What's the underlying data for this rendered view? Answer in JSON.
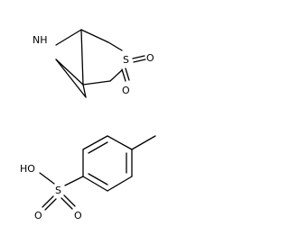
{
  "molecules": [
    {
      "atom_labels": {
        "nitrogen": "NH",
        "sulfur": "S",
        "oxygen_1": "O",
        "oxygen_2": "O"
      }
    },
    {
      "atom_labels": {
        "hydroxyl": "HO",
        "sulfur": "S",
        "oxygen_1": "O",
        "oxygen_2": "O"
      }
    }
  ],
  "colors": {
    "bond": "#000000",
    "label": "#000000",
    "background": "#ffffff"
  }
}
